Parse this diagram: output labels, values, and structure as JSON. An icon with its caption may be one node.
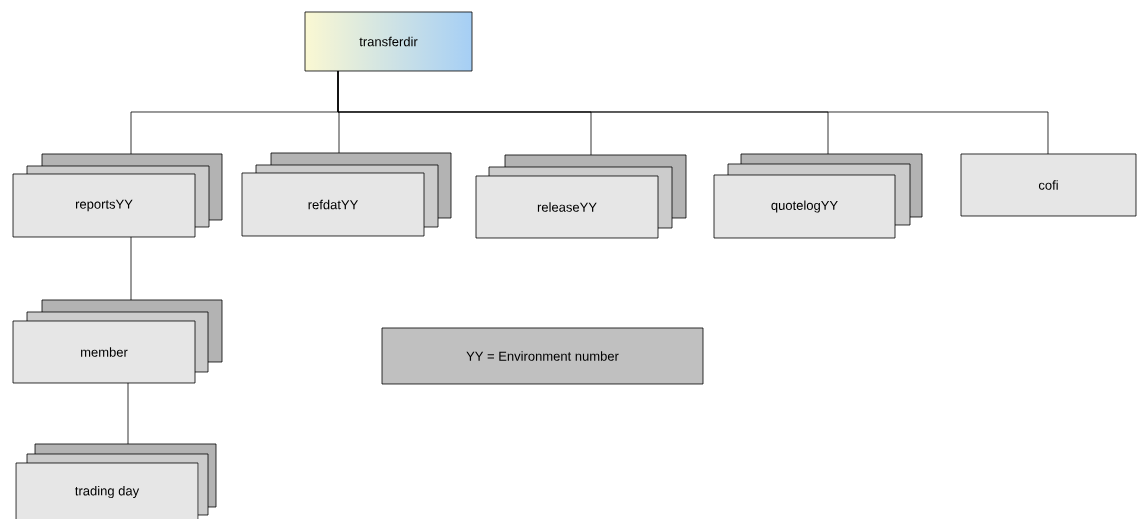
{
  "diagram": {
    "nodes": [
      {
        "text": [
          "transferdir"
        ]
      },
      {
        "text": [
          "reportsYY"
        ]
      },
      {
        "text": [
          "refdatYY"
        ]
      },
      {
        "text": [
          "releaseYY"
        ]
      },
      {
        "text": [
          "quotelogYY"
        ]
      },
      {
        "text": [
          "cofi"
        ]
      },
      {
        "text": [
          "member"
        ]
      },
      {
        "text": [
          "trading day"
        ]
      },
      {
        "text": [
          "YY =  Environment number"
        ]
      }
    ],
    "edges": [
      {
        "from": 0,
        "to": 1,
        "arrow": "none"
      },
      {
        "from": 0,
        "to": 2,
        "arrow": "none"
      },
      {
        "from": 0,
        "to": 3,
        "arrow": "none"
      },
      {
        "from": 0,
        "to": 4,
        "arrow": "none"
      },
      {
        "from": 0,
        "to": 5,
        "arrow": "none"
      },
      {
        "from": 1,
        "to": 6,
        "arrow": "none"
      },
      {
        "from": 6,
        "to": 7,
        "arrow": "none"
      }
    ]
  }
}
